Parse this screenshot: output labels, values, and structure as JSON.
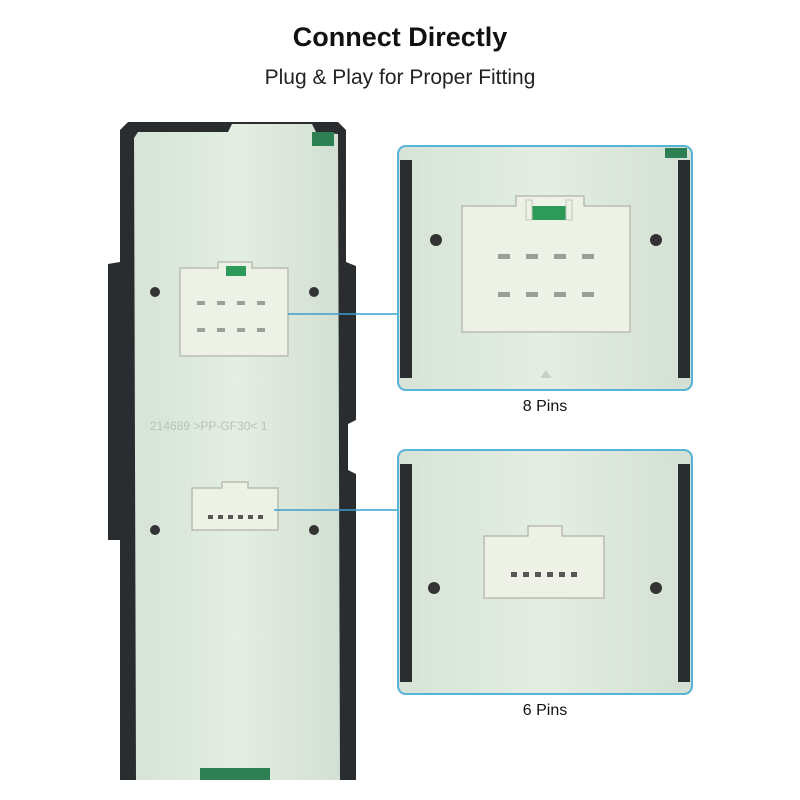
{
  "header": {
    "title": "Connect Directly",
    "subtitle": "Plug & Play for Proper Fitting"
  },
  "panel": {
    "part_marking": "214689 >PP-GF30< 1"
  },
  "callouts": [
    {
      "caption": "8 Pins",
      "pin_count": 8
    },
    {
      "caption": "6 Pins",
      "pin_count": 6
    }
  ],
  "colors": {
    "housing": "#2a2d2f",
    "panel": "#dfeadf",
    "connector": "#eef1e6",
    "connector_latch": "#2e9a5a",
    "callout_border": "#59b3d9"
  }
}
